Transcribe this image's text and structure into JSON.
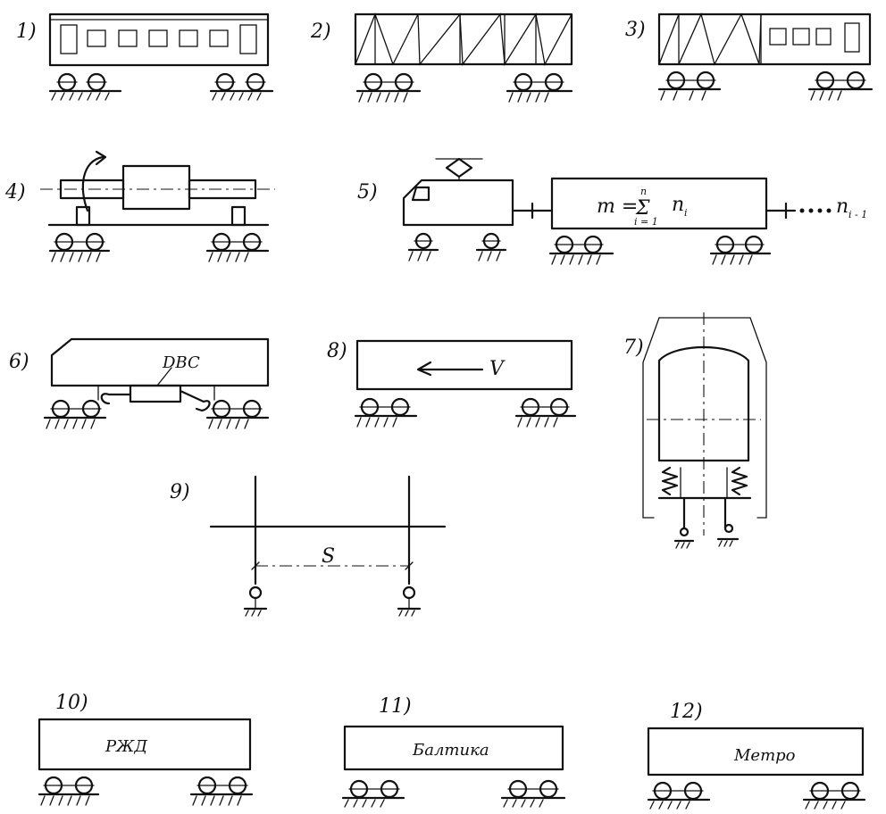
{
  "labels": {
    "d1": "1)",
    "d2": "2)",
    "d3": "3)",
    "d4": "4)",
    "d5": "5)",
    "d6": "6)",
    "d7": "7)",
    "d8": "8)",
    "d9": "9)",
    "d10": "10)",
    "d11": "11)",
    "d12": "12)"
  },
  "text": {
    "formula_m": "m =",
    "sigma": "Σ",
    "sigma_top": "n",
    "sigma_bottom": "i = 1",
    "formula_ni": "n",
    "formula_ni_sub": "i",
    "trail_n": "n",
    "trail_sub": "i - 1",
    "dvs": "DBC",
    "velocity": "V",
    "spacing": "S",
    "car10": "РЖД",
    "car11": "Балтика",
    "car12": "Метро"
  }
}
